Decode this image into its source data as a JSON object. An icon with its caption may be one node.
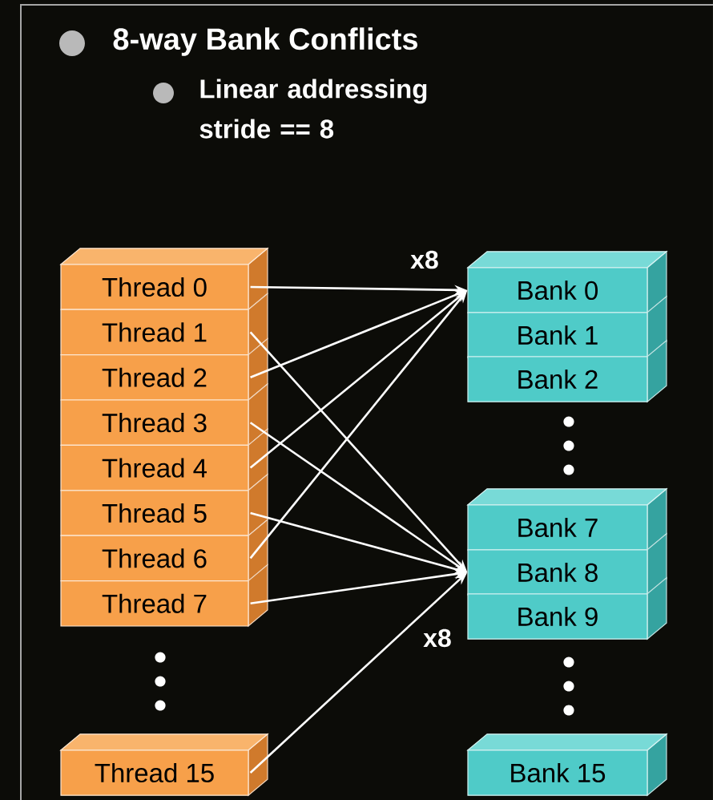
{
  "diagram": {
    "title": "8-way Bank Conflicts",
    "nodes": [
      {
        "text": [
          "Thread 0"
        ]
      },
      {
        "text": [
          "Thread 1"
        ]
      },
      {
        "text": [
          "Thread 2"
        ]
      },
      {
        "text": [
          "Thread 3"
        ]
      },
      {
        "text": [
          "Thread 4"
        ]
      },
      {
        "text": [
          "Thread 5"
        ]
      },
      {
        "text": [
          "Thread 6"
        ]
      },
      {
        "text": [
          "Thread 7"
        ]
      },
      {
        "text": [
          "Thread 15"
        ]
      },
      {
        "text": [
          "Bank 0"
        ]
      },
      {
        "text": [
          "Bank 1"
        ]
      },
      {
        "text": [
          "Bank 2"
        ]
      },
      {
        "text": [
          "Bank 7"
        ]
      },
      {
        "text": [
          "Bank 8"
        ]
      },
      {
        "text": [
          "Bank 9"
        ]
      },
      {
        "text": [
          "Bank 15"
        ]
      }
    ],
    "edges": [
      {
        "from": 0,
        "to": 9,
        "arrow": "to"
      },
      {
        "from": 1,
        "to": 13,
        "arrow": "to"
      },
      {
        "from": 2,
        "to": 9,
        "arrow": "to"
      },
      {
        "from": 3,
        "to": 13,
        "arrow": "to"
      },
      {
        "from": 4,
        "to": 9,
        "arrow": "to"
      },
      {
        "from": 5,
        "to": 13,
        "arrow": "to"
      },
      {
        "from": 6,
        "to": 9,
        "arrow": "to"
      },
      {
        "from": 7,
        "to": 13,
        "arrow": "to"
      },
      {
        "from": 8,
        "to": 13,
        "arrow": "to"
      }
    ],
    "labels": [
      "Linear addressing stride == 8",
      "x8",
      "x8"
    ]
  }
}
